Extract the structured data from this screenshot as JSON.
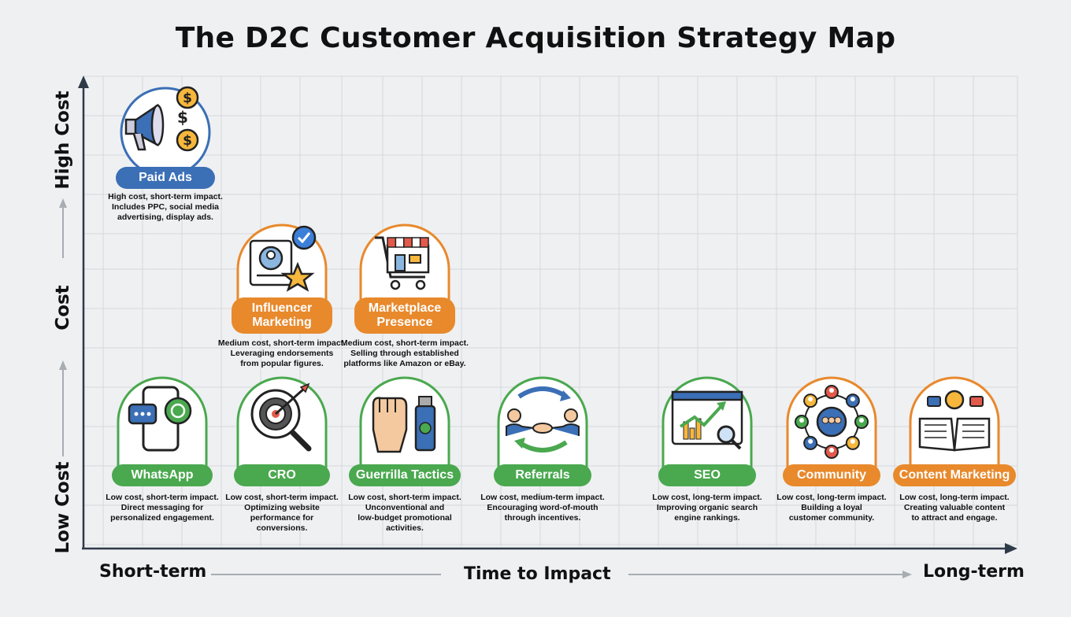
{
  "title": "The D2C Customer Acquisition Strategy Map",
  "axes": {
    "y_high": "High Cost",
    "y_mid": "Cost",
    "y_low": "Low Cost",
    "x_left": "Short-term",
    "x_center": "Time to Impact",
    "x_right": "Long-term"
  },
  "colors": {
    "blue": "#3b6fb6",
    "orange": "#e8892c",
    "green": "#4aa84f"
  },
  "nodes": [
    {
      "id": "paid-ads",
      "label": "Paid Ads",
      "color": "blue",
      "icon": "megaphone-icon",
      "desc": "High cost, short-term impact.\nIncludes PPC, social media\nadvertising, display ads."
    },
    {
      "id": "influencer",
      "label": "Influencer\nMarketing",
      "color": "orange",
      "icon": "profile-star-icon",
      "desc": "Medium cost, short-term impact.\nLeveraging endorsements\nfrom popular figures."
    },
    {
      "id": "marketplace",
      "label": "Marketplace\nPresence",
      "color": "orange",
      "icon": "shopping-cart-store-icon",
      "desc": "Medium cost, short-term impact.\nSelling through established\nplatforms like Amazon or eBay."
    },
    {
      "id": "whatsapp",
      "label": "WhatsApp",
      "color": "green",
      "icon": "phone-chat-icon",
      "desc": "Low cost, short-term impact.\nDirect messaging for\npersonalized engagement."
    },
    {
      "id": "cro",
      "label": "CRO",
      "color": "green",
      "icon": "target-magnifier-icon",
      "desc": "Low cost, short-term impact.\nOptimizing website\nperformance for\nconversions."
    },
    {
      "id": "guerrilla",
      "label": "Guerrilla Tactics",
      "color": "green",
      "icon": "fist-spray-icon",
      "desc": "Low cost, short-term impact.\nUnconventional and\nlow-budget promotional\nactivities."
    },
    {
      "id": "referrals",
      "label": "Referrals",
      "color": "green",
      "icon": "handshake-icon",
      "desc": "Low cost, medium-term impact.\nEncouraging word-of-mouth\nthrough incentives."
    },
    {
      "id": "seo",
      "label": "SEO",
      "color": "green",
      "icon": "seo-chart-icon",
      "desc": "Low cost, long-term impact.\nImproving organic search\nengine rankings."
    },
    {
      "id": "community",
      "label": "Community",
      "color": "orange",
      "icon": "community-network-icon",
      "desc": "Low cost, long-term impact.\nBuilding a loyal\ncustomer community."
    },
    {
      "id": "content",
      "label": "Content Marketing",
      "color": "orange",
      "icon": "open-book-bulb-icon",
      "desc": "Low cost, long-term impact.\nCreating valuable content\nto attract and engage."
    }
  ]
}
